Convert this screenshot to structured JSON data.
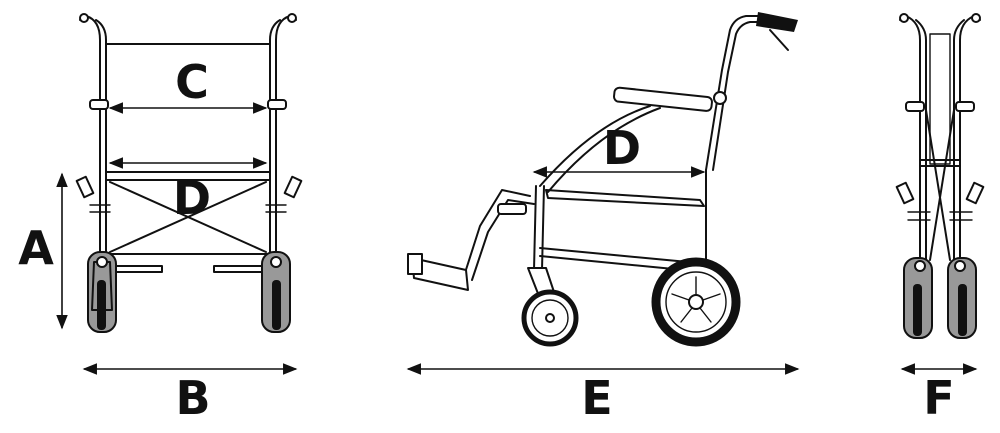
{
  "dimension_labels": {
    "seat_width": "C",
    "seat_depth_front": "D",
    "seat_depth_side": "D",
    "height": "A",
    "width": "B",
    "length": "E",
    "folded_width": "F"
  },
  "colors": {
    "line": "#111111",
    "tire": "#999999",
    "background": "#ffffff"
  }
}
